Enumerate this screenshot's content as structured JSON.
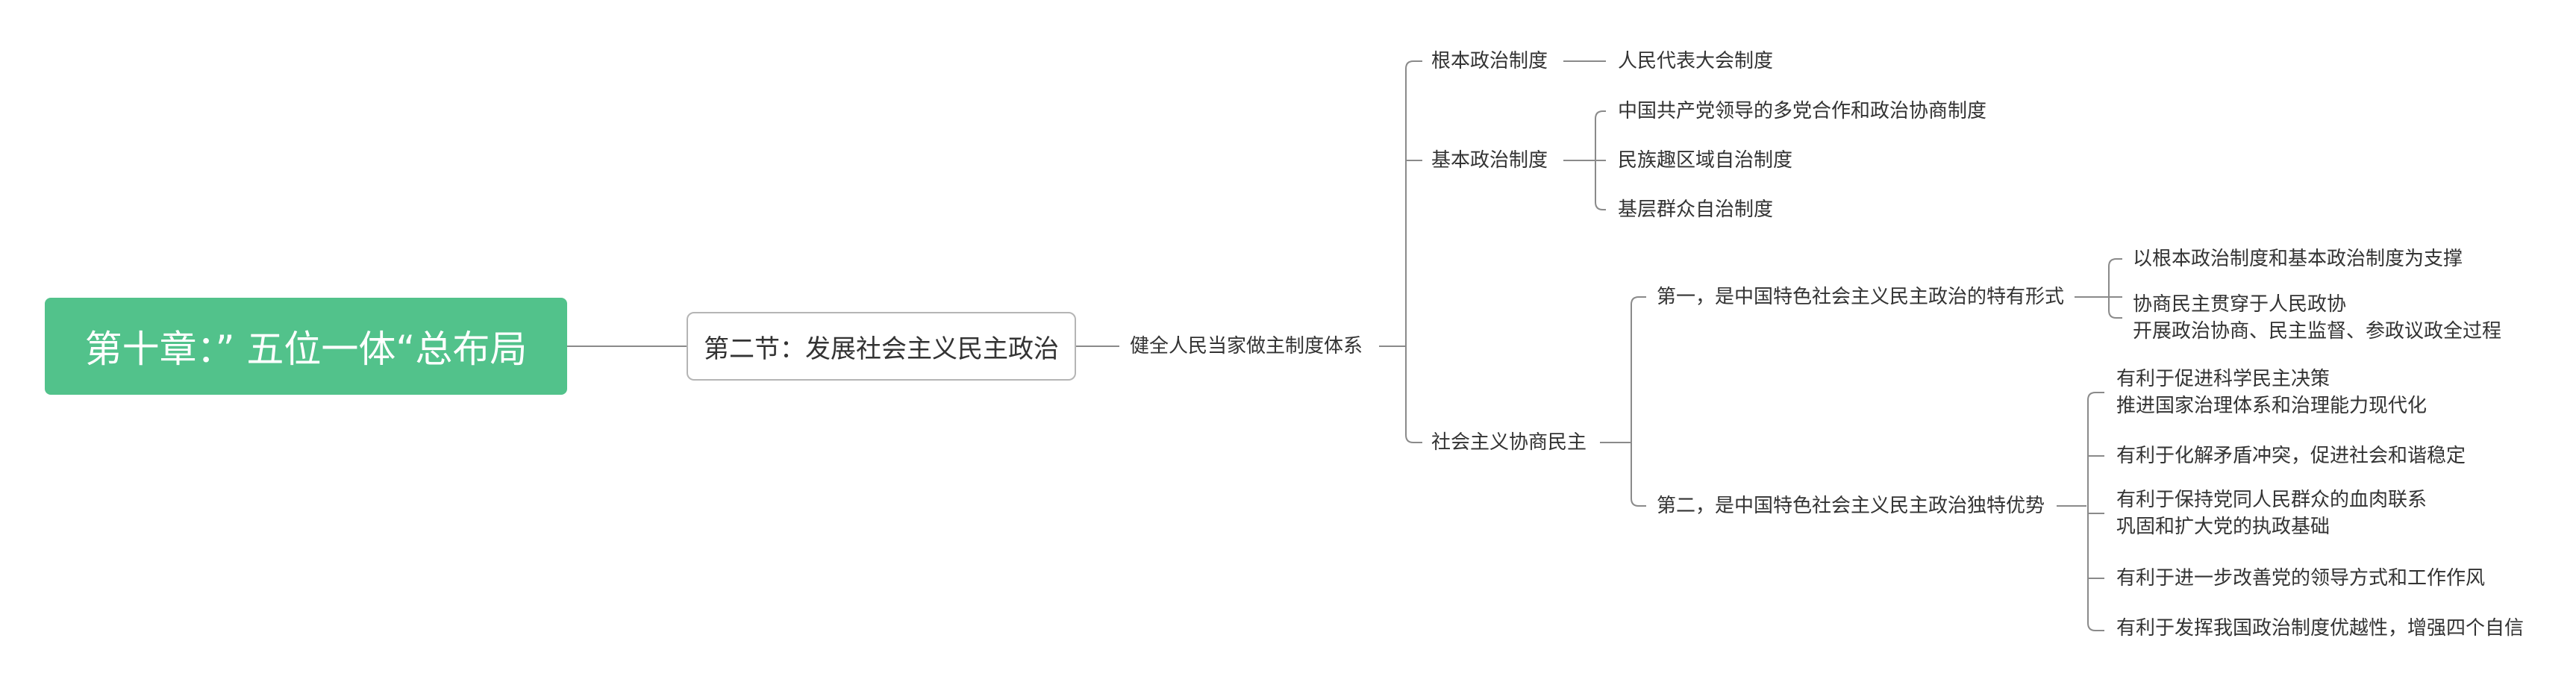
{
  "root": {
    "label": "第十章：” 五位一体“总布局"
  },
  "section": {
    "label": "第二节：发展社会主义民主政治"
  },
  "system": {
    "label": "健全人民当家做主制度体系"
  },
  "fundamental": {
    "label": "根本政治制度",
    "child": "人民代表大会制度"
  },
  "basic": {
    "label": "基本政治制度",
    "children": [
      "中国共产党领导的多党合作和政治协商制度",
      "民族趣区域自治制度",
      "基层群众自治制度"
    ]
  },
  "consultative": {
    "label": "社会主义协商民主",
    "first": {
      "label": "第一，是中国特色社会主义民主政治的特有形式",
      "children": [
        {
          "line1": "以根本政治制度和基本政治制度为支撑",
          "line2": ""
        },
        {
          "line1": "协商民主贯穿于人民政协",
          "line2": "开展政治协商、民主监督、参政议政全过程"
        }
      ]
    },
    "second": {
      "label": "第二，是中国特色社会主义民主政治独特优势",
      "children": [
        {
          "line1": "有利于促进科学民主决策",
          "line2": "推进国家治理体系和治理能力现代化"
        },
        {
          "line1": "有利于化解矛盾冲突，促进社会和谐稳定",
          "line2": ""
        },
        {
          "line1": "有利于保持党同人民群众的血肉联系",
          "line2": "巩固和扩大党的执政基础"
        },
        {
          "line1": "有利于进一步改善党的领导方式和工作作风",
          "line2": ""
        },
        {
          "line1": "有利于发挥我国政治制度优越性，增强四个自信",
          "line2": ""
        }
      ]
    }
  }
}
